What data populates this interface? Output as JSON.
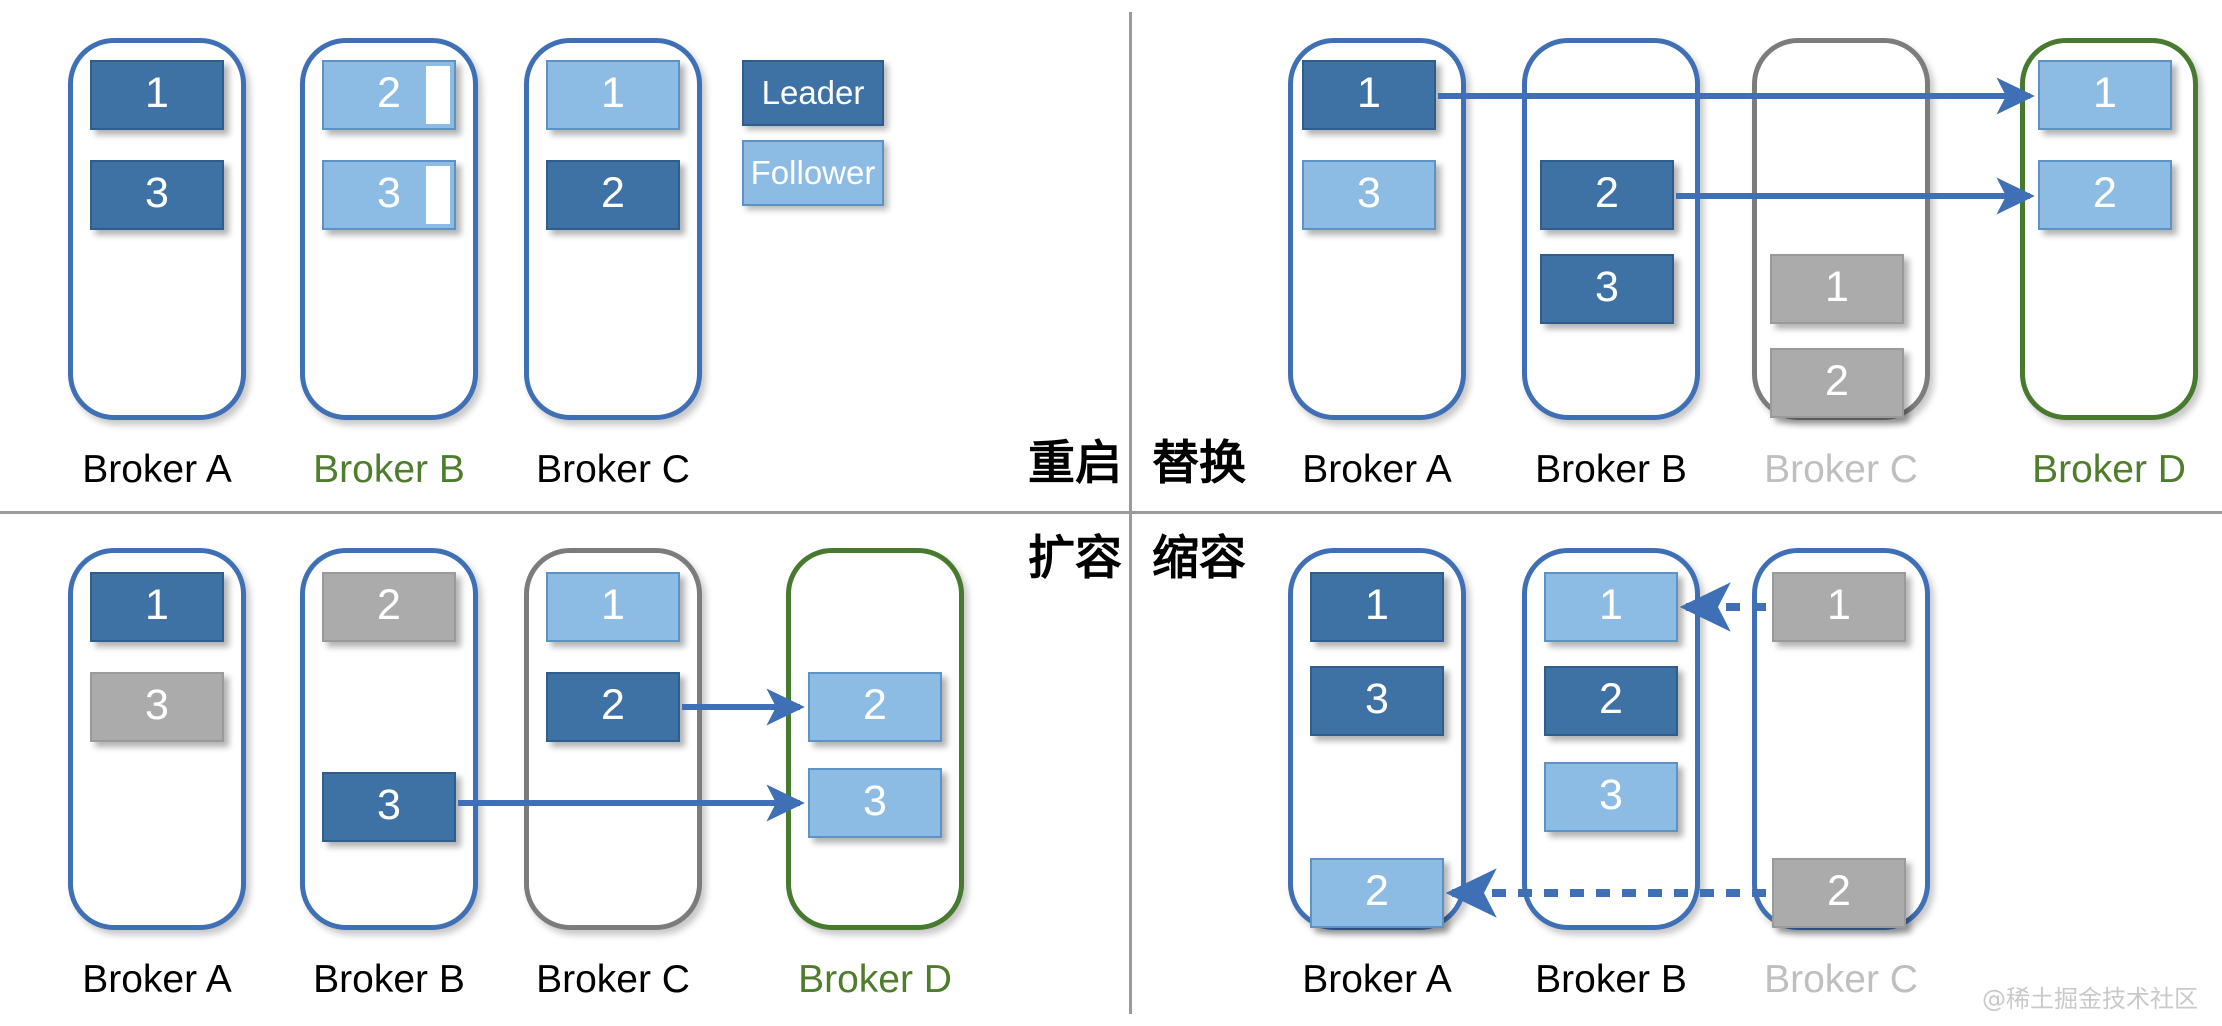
{
  "colors": {
    "leader": "#3E72A4",
    "follower": "#8CBCE4",
    "offline": "#ABABAB",
    "broker_border_active": "#3F6FB5",
    "broker_border_inactive": "#7C7C7C",
    "broker_border_new": "#477A2E",
    "label_new": "#4E7D2C",
    "label_inactive": "#BFBFBF",
    "arrow": "#3F6FB5",
    "divider": "#9A9A9A"
  },
  "legend": {
    "leader_label": "Leader",
    "follower_label": "Follower"
  },
  "operations": {
    "restart": "重启",
    "replace": "替换",
    "scale_up": "扩容",
    "scale_down": "缩容"
  },
  "quadrants": {
    "top_left": {
      "operation": "重启",
      "brokers": [
        {
          "name": "Broker A",
          "state": "active",
          "partitions": [
            {
              "id": "1",
              "role": "leader",
              "slot": 0
            },
            {
              "id": "3",
              "role": "leader",
              "slot": 1
            }
          ]
        },
        {
          "name": "Broker B",
          "state": "new",
          "partitions": [
            {
              "id": "2",
              "role": "follower",
              "slot": 0,
              "syncing": true
            },
            {
              "id": "3",
              "role": "follower",
              "slot": 1,
              "syncing": true
            }
          ]
        },
        {
          "name": "Broker C",
          "state": "active",
          "partitions": [
            {
              "id": "1",
              "role": "follower",
              "slot": 0
            },
            {
              "id": "2",
              "role": "leader",
              "slot": 1
            }
          ]
        }
      ]
    },
    "top_right": {
      "operation": "替换",
      "brokers": [
        {
          "name": "Broker A",
          "state": "active",
          "partitions": [
            {
              "id": "1",
              "role": "leader",
              "slot": 0
            },
            {
              "id": "3",
              "role": "follower",
              "slot": 1
            }
          ]
        },
        {
          "name": "Broker B",
          "state": "active",
          "partitions": [
            {
              "id": "2",
              "role": "leader",
              "slot": 1
            },
            {
              "id": "3",
              "role": "leader",
              "slot": 2
            }
          ]
        },
        {
          "name": "Broker C",
          "state": "inactive",
          "partitions": [
            {
              "id": "1",
              "role": "offline",
              "slot": 2
            },
            {
              "id": "2",
              "role": "offline",
              "slot": 3
            }
          ]
        },
        {
          "name": "Broker D",
          "state": "new",
          "partitions": [
            {
              "id": "1",
              "role": "follower",
              "slot": 0
            },
            {
              "id": "2",
              "role": "follower",
              "slot": 1
            }
          ]
        }
      ],
      "arrows": [
        {
          "from": "Broker A / 1",
          "to": "Broker D / 1",
          "style": "solid"
        },
        {
          "from": "Broker B / 2",
          "to": "Broker D / 2",
          "style": "solid"
        }
      ]
    },
    "bottom_left": {
      "operation": "扩容",
      "brokers": [
        {
          "name": "Broker A",
          "state": "active",
          "partitions": [
            {
              "id": "1",
              "role": "leader",
              "slot": 0
            },
            {
              "id": "3",
              "role": "offline",
              "slot": 1
            }
          ]
        },
        {
          "name": "Broker B",
          "state": "active",
          "partitions": [
            {
              "id": "2",
              "role": "offline",
              "slot": 0
            },
            {
              "id": "3",
              "role": "leader",
              "slot": 2
            }
          ]
        },
        {
          "name": "Broker C",
          "state": "inactive",
          "partitions": [
            {
              "id": "1",
              "role": "follower",
              "slot": 0
            },
            {
              "id": "2",
              "role": "leader",
              "slot": 1
            }
          ]
        },
        {
          "name": "Broker D",
          "state": "new",
          "partitions": [
            {
              "id": "2",
              "role": "follower",
              "slot": 1
            },
            {
              "id": "3",
              "role": "follower",
              "slot": 2
            }
          ]
        }
      ],
      "arrows": [
        {
          "from": "Broker C / 2",
          "to": "Broker D / 2",
          "style": "solid"
        },
        {
          "from": "Broker B / 3",
          "to": "Broker D / 3",
          "style": "solid"
        }
      ]
    },
    "bottom_right": {
      "operation": "缩容",
      "brokers": [
        {
          "name": "Broker A",
          "state": "active",
          "partitions": [
            {
              "id": "1",
              "role": "leader",
              "slot": 0
            },
            {
              "id": "3",
              "role": "leader",
              "slot": 1
            },
            {
              "id": "2",
              "role": "follower",
              "slot": 3
            }
          ]
        },
        {
          "name": "Broker B",
          "state": "active",
          "partitions": [
            {
              "id": "1",
              "role": "follower",
              "slot": 0
            },
            {
              "id": "2",
              "role": "leader",
              "slot": 1
            },
            {
              "id": "3",
              "role": "follower",
              "slot": 2
            }
          ]
        },
        {
          "name": "Broker C",
          "state": "inactive",
          "partitions": [
            {
              "id": "1",
              "role": "offline",
              "slot": 0
            },
            {
              "id": "2",
              "role": "offline",
              "slot": 3
            }
          ]
        }
      ],
      "arrows": [
        {
          "from": "Broker C / 1",
          "to": "Broker B / 1",
          "style": "dotted"
        },
        {
          "from": "Broker C / 2",
          "to": "Broker A / 2",
          "style": "dotted"
        }
      ]
    }
  },
  "watermark": "@稀土掘金技术社区"
}
